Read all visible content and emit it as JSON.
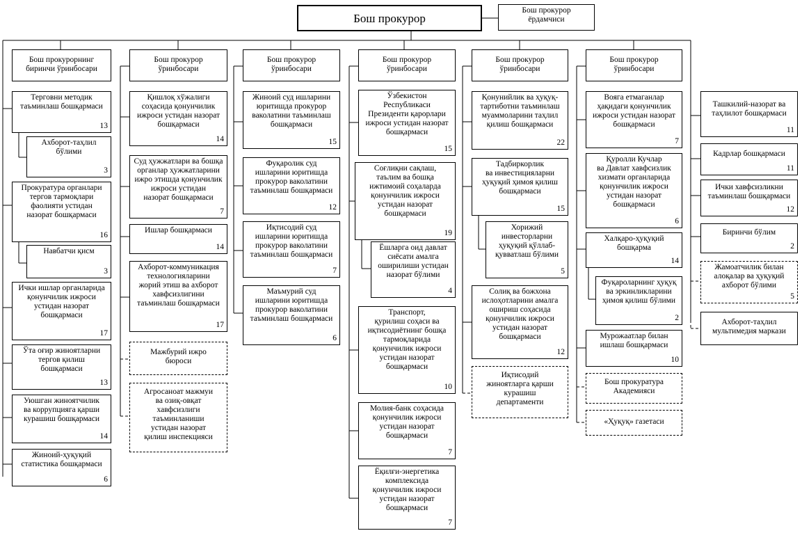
{
  "top": {
    "general": "Бош прокурор",
    "assistant": "Бош прокурор\nёрдамчиси"
  },
  "columns": [
    {
      "head": "Бош прокурорнинг\nбиринчи ўринбосари",
      "items": [
        {
          "text": "Терговни методик\nтаъминлаш бошқармаси",
          "num": "13"
        },
        {
          "text": "Ахборот-таҳлил\nбўлими",
          "num": "3"
        },
        {
          "text": "Прокуратура органлари\nтергов тармоқлари\nфаолияти устидан\nназорат бошқармаси",
          "num": "16"
        },
        {
          "text": "Навбатчи қисм",
          "num": "3"
        },
        {
          "text": "Ички ишлар органларида\nқонунчилик ижроси\nустидан назорат\nбошқармаси",
          "num": "17"
        },
        {
          "text": "Ўта оғир жиноятларни\nтергов қилиш\nбошқармаси",
          "num": "13"
        },
        {
          "text": "Уюшган жиноятчилик\nва коррупцияга қарши\nкурашиш бошқармаси",
          "num": "14"
        },
        {
          "text": "Жиноий-ҳуқуқий\nстатистика бошқармаси",
          "num": "6"
        }
      ]
    },
    {
      "head": "Бош прокурор\nўринбосари",
      "items": [
        {
          "text": "Қишлоқ хўжалиги\nсоҳасида қонунчилик\nижроси устидан назорат\nбошқармаси",
          "num": "14"
        },
        {
          "text": "Суд ҳужжатлари ва бошқа\nорганлар ҳужжатларини\nижро этишда қонунчилик\nижроси устидан\nназорат бошқармаси",
          "num": "7"
        },
        {
          "text": "Ишлар бошқармаси",
          "num": "14"
        },
        {
          "text": "Ахборот-коммуникация\nтехнологияларини\nжорий этиш ва ахборот\nхавфсизлигини\nтаъминлаш бошқармаси",
          "num": "17"
        },
        {
          "text": "Мажбурий ижро\nбюроси",
          "num": ""
        },
        {
          "text": "Агросаноат мажмуи\nва озиқ-овқат\nхавфсизлиги\nтаъминланиши\nустидан назорат\nқилиш инспекцияси",
          "num": ""
        }
      ]
    },
    {
      "head": "Бош прокурор\nўринбосари",
      "items": [
        {
          "text": "Жиноий суд ишларини\nюритишда прокурор\nваколатини таъминлаш\nбошқармаси",
          "num": "15"
        },
        {
          "text": "Фуқаролик суд\nишларини юритишда\nпрокурор ваколатини\nтаъминлаш бошқармаси",
          "num": "12"
        },
        {
          "text": "Иқтисодий суд\nишларини юритишда\nпрокурор ваколатини\nтаъминлаш бошқармаси",
          "num": "7"
        },
        {
          "text": "Маъмурий суд\nишларини юритишда\nпрокурор ваколатини\nтаъминлаш бошқармаси",
          "num": "6"
        }
      ]
    },
    {
      "head": "Бош прокурор\nўринбосари",
      "items": [
        {
          "text": "Ўзбекистон\nРеспубликаси\nПрезиденти қарорлари\nижроси устидан назорат\nбошқармаси",
          "num": "15"
        },
        {
          "text": "Соғлиқни сақлаш,\nтаълим ва бошқа\nижтимоий соҳаларда\nқонунчилик ижроси\nустидан назорат\nбошқармаси",
          "num": "19"
        },
        {
          "text": "Ёшларга оид давлат\nсиёсати амалга\nоширилиши устидан\nназорат бўлими",
          "num": "4"
        },
        {
          "text": "Транспорт,\nқурилиш соҳаси ва\nиқтисодиётнинг бошқа\nтармоқларида\nқонунчилик ижроси\nустидан назорат\nбошқармаси",
          "num": "10"
        },
        {
          "text": "Молия-банк соҳасида\nқонунчилик ижроси\nустидан назорат\nбошқармаси",
          "num": "7"
        },
        {
          "text": "Ёқилғи-энергетика\nкомплексида\nқонунчилик ижроси\nустидан назорат\nбошқармаси",
          "num": "7"
        }
      ]
    },
    {
      "head": "Бош прокурор\nўринбосари",
      "items": [
        {
          "text": "Қонунийлик ва ҳуқуқ-\nтартиботни таъминлаш\nмуаммоларини таҳлил\nқилиш бошқармаси",
          "num": "22"
        },
        {
          "text": "Тадбиркорлик\nва инвестицияларни\nҳуқуқий ҳимоя қилиш\nбошқармаси",
          "num": "15"
        },
        {
          "text": "Хорижий\nинвесторларни\nҳуқуқий қўллаб-\nқувватлаш бўлими",
          "num": "5"
        },
        {
          "text": "Солиқ ва божхона\nислоҳотларини амалга\nошириш соҳасида\nқонунчилик ижроси\nустидан назорат\nбошқармаси",
          "num": "12"
        },
        {
          "text": "Иқтисодий\nжиноятларга қарши\nкурашиш\nдепартаменти",
          "num": ""
        }
      ]
    },
    {
      "head": "Бош прокурор\nўринбосари",
      "items": [
        {
          "text": "Вояга етмаганлар\nҳақидаги қонунчилик\nижроси устидан назорат\nбошқармаси",
          "num": "7"
        },
        {
          "text": "Қуролли Кучлар\nва Давлат хавфсизлик\nхизмати органларида\nқонунчилик ижроси\nустидан назорат\nбошқармаси",
          "num": "6"
        },
        {
          "text": "Халқаро-ҳуқуқий\nбошқарма",
          "num": "14"
        },
        {
          "text": "Фуқароларнинг ҳуқуқ\nва эркинликларини\nҳимоя қилиш бўлими",
          "num": "2"
        },
        {
          "text": "Мурожаатлар билан\nишлаш бошқармаси",
          "num": "10"
        },
        {
          "text": "Бош прокуратура\nАкадемияси",
          "num": ""
        },
        {
          "text": "«Ҳуқуқ» газетаси",
          "num": ""
        }
      ]
    },
    {
      "head": "",
      "items": [
        {
          "text": "Ташкилий-назорат ва\nтаҳлилот бошқармаси",
          "num": "11"
        },
        {
          "text": "Кадрлар бошқармаси",
          "num": "11"
        },
        {
          "text": "Ички хавфсизликни\nтаъминлаш бошқармаси",
          "num": "12"
        },
        {
          "text": "Биринчи бўлим",
          "num": "2"
        },
        {
          "text": "Жамоатчилик билан\nалоқалар ва ҳуқуқий\nахборот бўлими",
          "num": "5"
        },
        {
          "text": "Ахборот-таҳлил\nмультимедия маркази",
          "num": ""
        }
      ]
    }
  ]
}
